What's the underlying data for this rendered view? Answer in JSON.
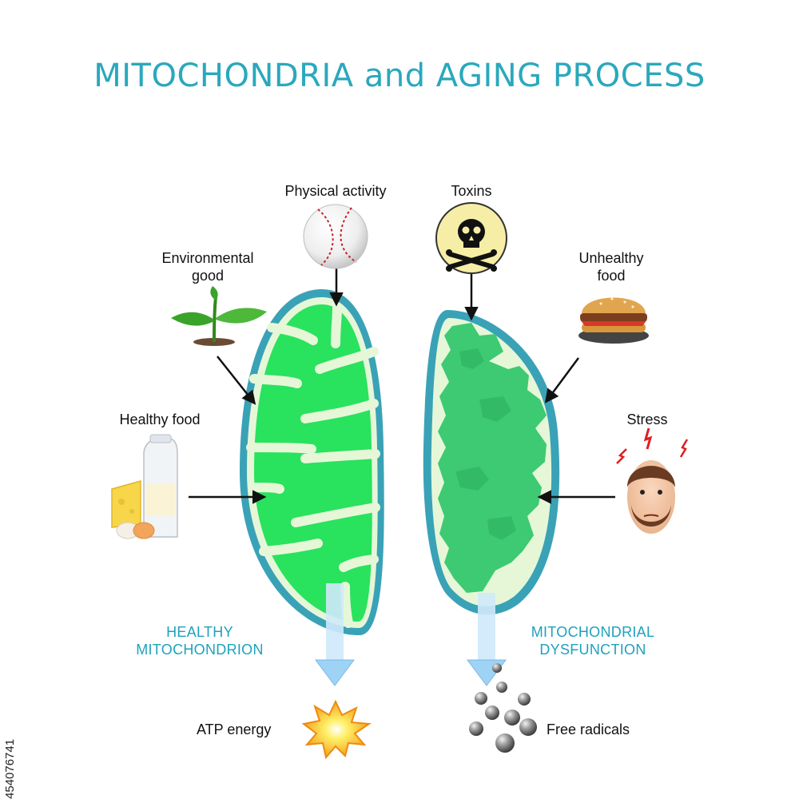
{
  "title": "MITOCHONDRIA and AGING PROCESS",
  "inputs": {
    "physical_activity": "Physical activity",
    "environmental_good": [
      "Environmental",
      "good"
    ],
    "healthy_food": "Healthy food",
    "toxins": "Toxins",
    "unhealthy_food": [
      "Unhealthy",
      "food"
    ],
    "stress": "Stress"
  },
  "states": {
    "healthy": [
      "HEALTHY",
      "MITOCHONDRION"
    ],
    "dysfunction": [
      "MITOCHONDRIAL",
      "DYSFUNCTION"
    ]
  },
  "outputs": {
    "atp": "ATP energy",
    "free_radicals": "Free radicals"
  },
  "stock_id": "454076741",
  "colors": {
    "title": "#2aa8bd",
    "membrane_outer": "#3aa2b6",
    "intermembrane": "#e6f7d8",
    "matrix_healthy": "#29e25e",
    "matrix_dysfunction": "#3dca72",
    "arrow_light": "#9fd3f5"
  },
  "icons": {
    "physical_activity": "baseball-icon",
    "environmental_good": "seedling-icon",
    "healthy_food": "milk-cheese-eggs-icon",
    "toxins": "skull-crossbones-icon",
    "unhealthy_food": "burger-icon",
    "stress": "stressed-man-icon",
    "atp": "energy-burst-icon",
    "free_radicals": "radical-spheres-icon"
  }
}
